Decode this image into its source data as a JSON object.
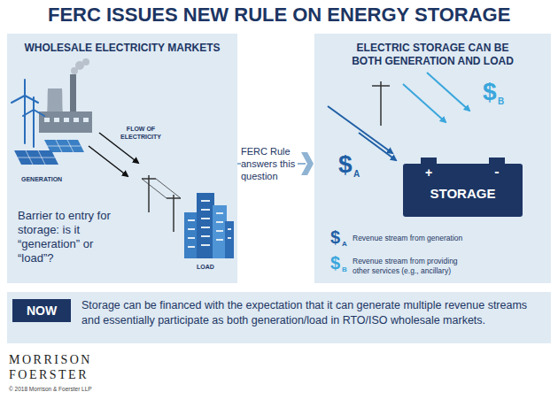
{
  "diagram": {
    "title": "FERC ISSUES NEW RULE ON ENERGY STORAGE",
    "nodes": [
      {
        "text": [
          "WHOLESALE ELECTRICITY MARKETS",
          "Barrier to entry for storage: is it “generation” or “load”?"
        ]
      },
      {
        "text": [
          "ELECTRIC STORAGE CAN BE BOTH GENERATION AND LOAD"
        ]
      },
      {
        "text": [
          "+",
          "-",
          "STORAGE"
        ],
        "in": 1
      },
      {
        "text": [
          "Storage can be financed with the expectation that it can generate multiple revenue streams and essentially participate as both generation/load in RTO/ISO wholesale markets."
        ]
      },
      {
        "text": [
          "NOW"
        ],
        "in": 3
      }
    ],
    "edges": [
      {
        "from": 0,
        "to": 1,
        "arrow": "to",
        "label": "FERC Rule answers this question"
      }
    ],
    "labels": [
      "FLOW OF ELECTRICITY",
      "GENERATION",
      "LOAD",
      "$",
      "B",
      "$",
      "A",
      "$",
      "A",
      "$",
      "B",
      "MORRISON",
      "FOERSTER",
      "© 2018 Morrison & Foerster LLP"
    ],
    "legend": [
      {
        "text": "Revenue stream from generation"
      },
      {
        "text": "Revenue stream from providing other services (e.g., ancillary)"
      }
    ]
  }
}
